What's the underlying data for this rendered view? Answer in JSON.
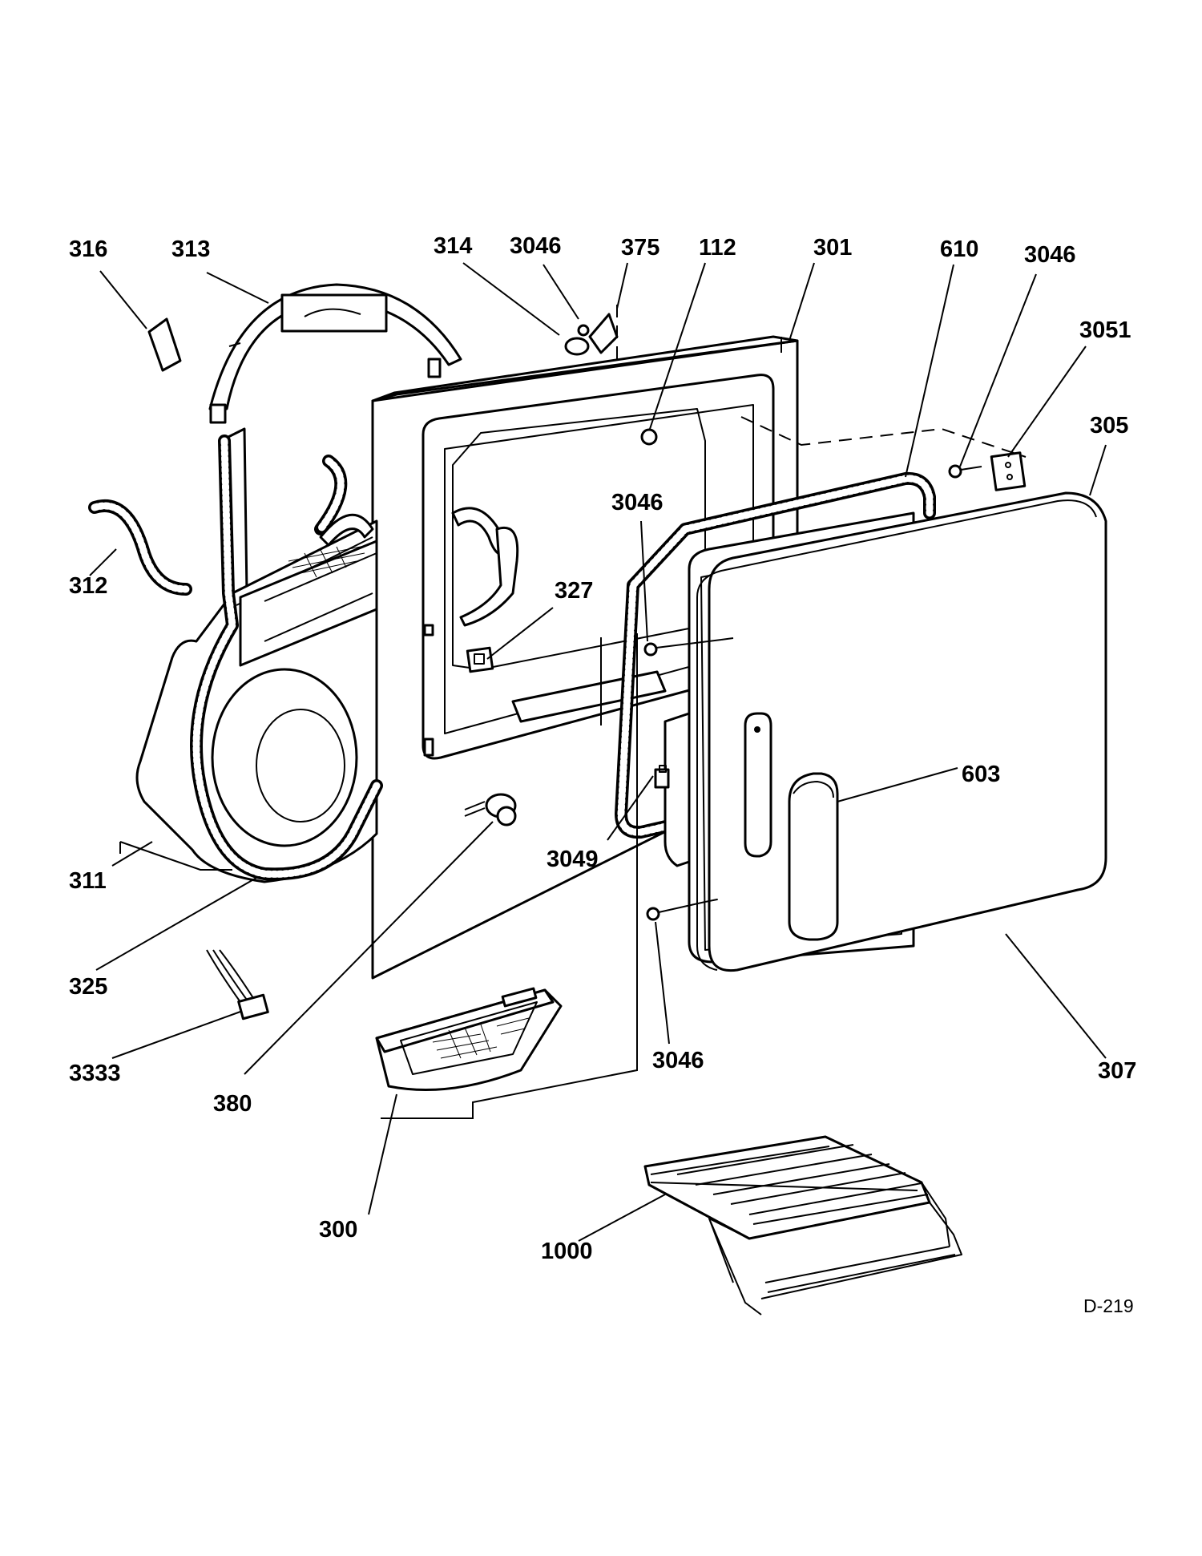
{
  "diagram": {
    "code": "D-219",
    "callouts": [
      "316",
      "313",
      "314",
      "3046",
      "375",
      "112",
      "301",
      "610",
      "3046",
      "3051",
      "305",
      "312",
      "327",
      "3046",
      "311",
      "325",
      "3049",
      "603",
      "3333",
      "380",
      "3046",
      "307",
      "300",
      "1000"
    ]
  }
}
